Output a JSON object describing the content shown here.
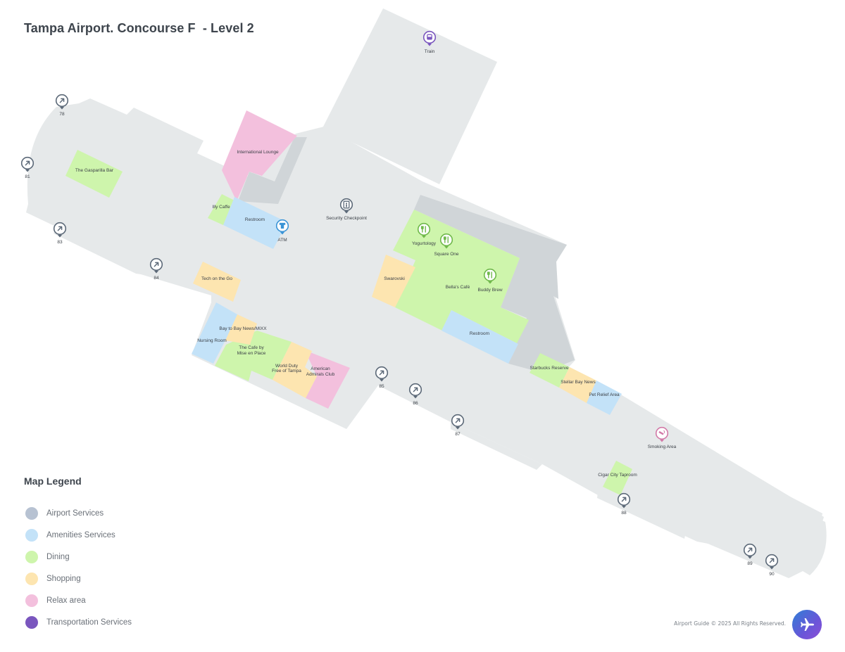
{
  "header": {
    "title": "Tampa Airport. Concourse F  - Level 2"
  },
  "colors": {
    "floor": "#e6e9ea",
    "airport_services": "#d0d5d8",
    "amenities": "#c3e2f8",
    "dining": "#cef5ac",
    "shopping": "#fde5b0",
    "relax": "#f3c0dd",
    "transportation": "#7a56be",
    "gate_pin": "#5c6978",
    "dining_pin": "#6fb84a",
    "amenity_pin": "#3b94d6",
    "smoking_pin": "#d27aa8"
  },
  "areas": {
    "gasparilla_bar": "The Gasparilla Bar",
    "international_lounge": "International Lounge",
    "illy_caffe": "Illy Caffe",
    "restroom_west": "Restroom",
    "tech_on_the_go": "Tech on the Go",
    "bay_to_bay": "Bay to Bay News/MIXX",
    "nursing_room": "Nursing Room",
    "cafe_mise_l1": "The Cafe by",
    "cafe_mise_l2": "Mise en Place",
    "world_duty_l1": "World Duty",
    "world_duty_l2": "Free of Tampa",
    "admirals_l1": "American",
    "admirals_l2": "Admirals Club",
    "swarovski": "Swarovski",
    "bellas_cafe": "Bella's Café",
    "restroom_east": "Restroom",
    "starbucks_reserve": "Starbucks Reserve",
    "stellar_bay_news": "Stellar Bay News",
    "pet_relief": "Pet Relief Area",
    "cigar_city": "Cigar City Taproom"
  },
  "pins": {
    "train": "Train",
    "security": "Security Checkpoint",
    "atm": "ATM",
    "yogurtology": "Yogurtology",
    "square_one": "Square One",
    "buddy_brew": "Buddy Brew",
    "smoking": "Smoking Area"
  },
  "gates": {
    "g78": "78",
    "g81": "81",
    "g83": "83",
    "g84": "84",
    "g85": "85",
    "g86": "86",
    "g87": "87",
    "g88": "88",
    "g89": "89",
    "g90": "90"
  },
  "legend": {
    "title": "Map Legend",
    "items": [
      {
        "label": "Airport Services",
        "color": "#b7c2d2"
      },
      {
        "label": "Amenities Services",
        "color": "#c3e2f8"
      },
      {
        "label": "Dining",
        "color": "#cef5ac"
      },
      {
        "label": "Shopping",
        "color": "#fde5b0"
      },
      {
        "label": "Relax area",
        "color": "#f3c0dd"
      },
      {
        "label": "Transportation Services",
        "color": "#7a56be"
      }
    ]
  },
  "footer": {
    "copyright": "Airport Guide © 2025 All Rights Reserved.",
    "fab_icon": "airplane-icon"
  }
}
